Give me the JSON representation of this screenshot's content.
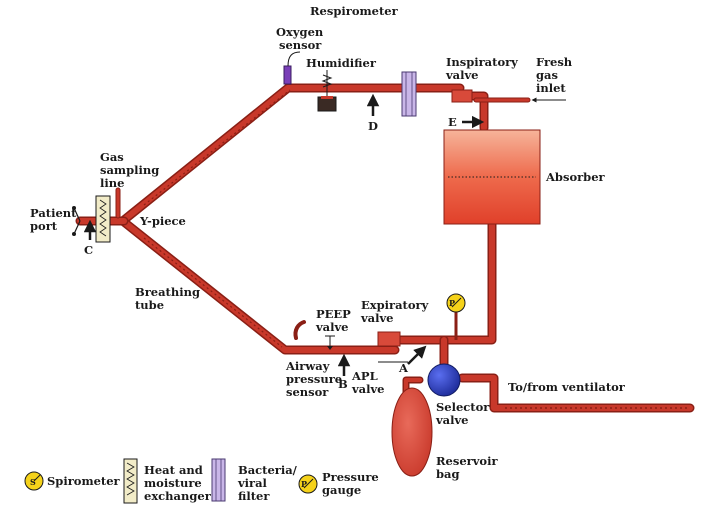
{
  "title": "Respirometer",
  "labels": {
    "oxygen_sensor": [
      "Oxygen",
      "sensor"
    ],
    "humidifier": "Humidifier",
    "inspiratory_valve": [
      "Inspiratory",
      "valve"
    ],
    "fresh_gas_inlet": [
      "Fresh",
      "gas",
      "inlet"
    ],
    "absorber": "Absorber",
    "gas_sampling_line": [
      "Gas",
      "sampling",
      "line"
    ],
    "patient_port": [
      "Patient",
      "port"
    ],
    "y_piece": "Y-piece",
    "breathing_tube": [
      "Breathing",
      "tube"
    ],
    "peep_valve": [
      "PEEP",
      "valve"
    ],
    "expiratory_valve": [
      "Expiratory",
      "valve"
    ],
    "airway_pressure_sensor": [
      "Airway",
      "pressure",
      "sensor"
    ],
    "apl_valve": [
      "APL",
      "valve"
    ],
    "selector_valve": [
      "Selector",
      "valve"
    ],
    "to_from_ventilator": "To/from ventilator",
    "reservoir_bag": [
      "Reservoir",
      "bag"
    ]
  },
  "markers": {
    "a": "A",
    "b": "B",
    "c": "C",
    "d": "D",
    "e": "E"
  },
  "legend": {
    "spirometer": "Spirometer",
    "spirometer_symbol": "S",
    "hme": [
      "Heat and",
      "moisture",
      "exchanger"
    ],
    "filter": [
      "Bacteria/",
      "viral",
      "filter"
    ],
    "pressure_gauge": [
      "Pressure",
      "gauge"
    ],
    "gauge_symbol": "P"
  },
  "colors": {
    "tube": "#c8382a",
    "tube_dark": "#8a1f15",
    "selector_valve": "#2c3fc4",
    "gauge": "#f5d21a",
    "filter": "#c9b6e8",
    "hme": "#f2ecc8",
    "absorber_top": "#f08a6a",
    "absorber_bottom": "#e0402a",
    "oxygen_sensor": "#7a3fb8"
  }
}
